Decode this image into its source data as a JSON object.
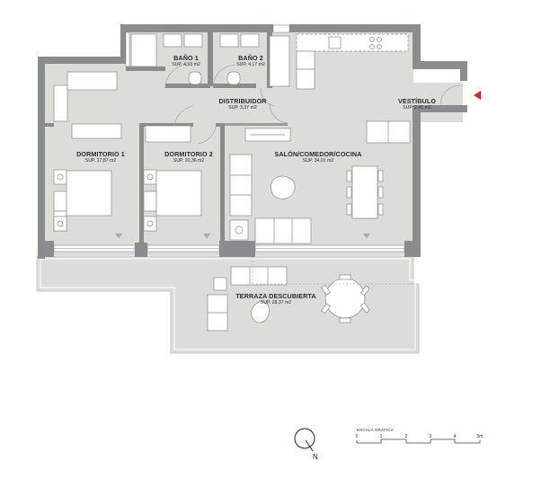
{
  "plan": {
    "type": "floor-plan",
    "colors": {
      "wall": "#8a8c8e",
      "floor": "#dcdcd9",
      "furniture": "#ffffff",
      "line": "#8f8f8f",
      "entrance_marker": "#e0201c"
    },
    "rooms": [
      {
        "id": "bano1",
        "name": "BAÑO 1",
        "area": "SUP. 4,53 m2"
      },
      {
        "id": "bano2",
        "name": "BAÑO 2",
        "area": "SUP. 4,17 m2"
      },
      {
        "id": "distribuidor",
        "name": "DISTRIBUIDOR",
        "area": "SUP. 3,37 m2"
      },
      {
        "id": "vestibulo",
        "name": "VESTÍBULO",
        "area": "SUP. 2,41 m2"
      },
      {
        "id": "dormitorio1",
        "name": "DORMITORIO 1",
        "area": "SUP. 17,87 m2"
      },
      {
        "id": "dormitorio2",
        "name": "DORMITORIO 2",
        "area": "SUP. 10,36 m2"
      },
      {
        "id": "salon",
        "name": "SALÓN/COMEDOR/COCINA",
        "area": "SUP. 34,01 m2"
      },
      {
        "id": "terraza",
        "name": "TERRAZA DESCUBIERTA",
        "area": "SUP. 28,37 m2"
      }
    ],
    "entrance_icon": "entrance-arrow-icon"
  },
  "compass": {
    "label": "N",
    "icon": "north-arrow-icon"
  },
  "scale_bar": {
    "title": "ESCALA GRÁFICA",
    "ticks": [
      "0",
      "1",
      "2",
      "3",
      "4",
      "5m"
    ]
  }
}
